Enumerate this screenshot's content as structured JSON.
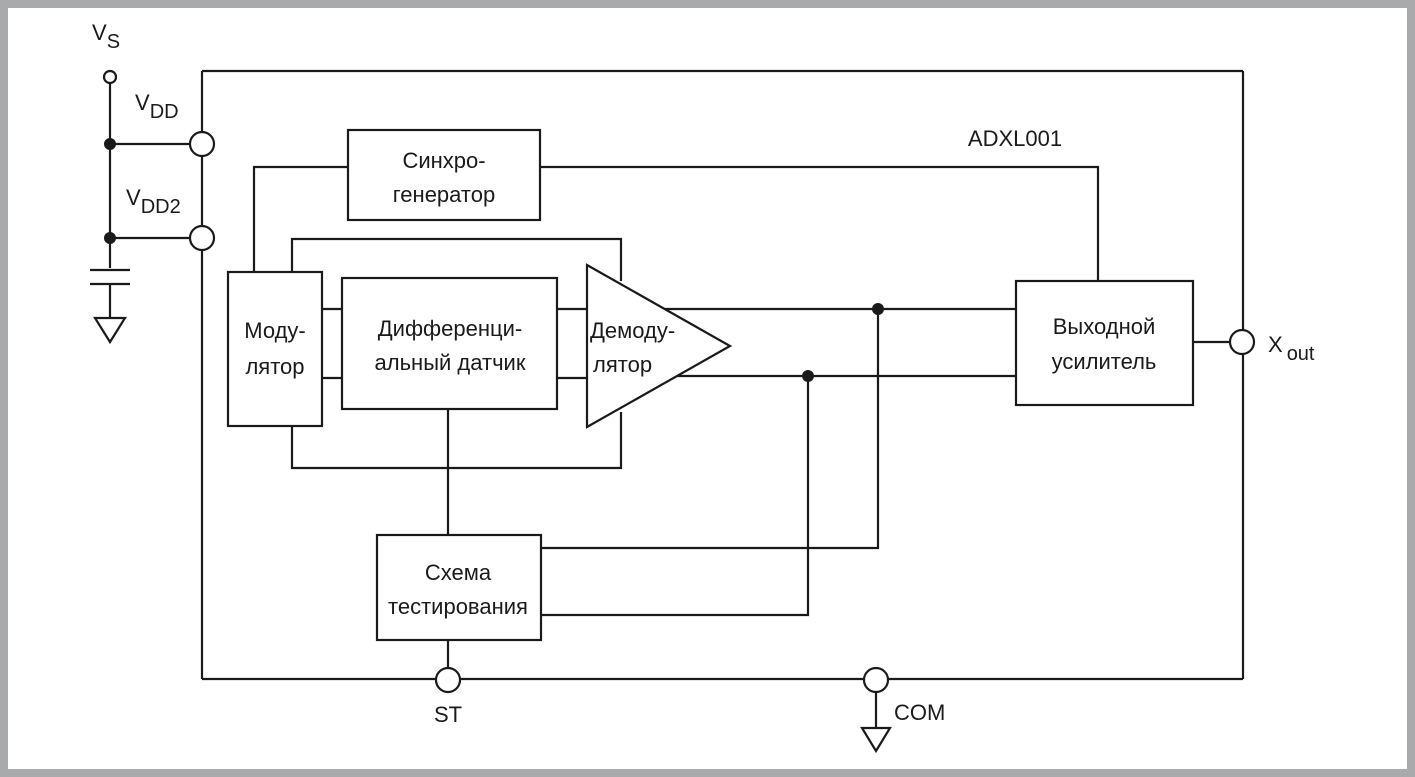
{
  "colors": {
    "background": "#ffffff",
    "frame": "#a9aaab",
    "ink": "#1a1a1a"
  },
  "chip_name": "ADXL001",
  "pins": {
    "vs": {
      "main": "V",
      "sub": "S"
    },
    "vdd": {
      "main": "V",
      "sub": "DD"
    },
    "vdd2": {
      "main": "V",
      "sub": "DD2"
    },
    "xout": {
      "main": "X",
      "sub": "out"
    },
    "st": "ST",
    "com": "COM"
  },
  "blocks": {
    "sync_generator": [
      "Синхро-",
      "генератор"
    ],
    "modulator": [
      "Моду-",
      "лятор"
    ],
    "diff_sensor": [
      "Дифференци-",
      "альный датчик"
    ],
    "demodulator": [
      "Демоду-",
      "лятор"
    ],
    "output_amp": [
      "Выходной",
      "усилитель"
    ],
    "test_circuit": [
      "Схема",
      "тестирования"
    ]
  }
}
